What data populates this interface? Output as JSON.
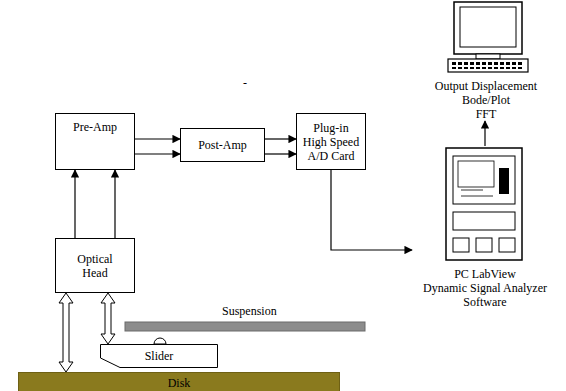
{
  "diagram": {
    "nodes": [
      {
        "text": [
          "Output Displacement",
          "Bode/Plot",
          "FFT"
        ]
      },
      {
        "text": [
          "Pre-Amp"
        ]
      },
      {
        "text": [
          "Post-Amp"
        ]
      },
      {
        "text": [
          "Plug-in High Speed A/D Card"
        ]
      },
      {
        "text": [
          "PC LabView",
          "Dynamic Signal Analyzer",
          "Software"
        ]
      },
      {
        "text": [
          "Optical Head"
        ]
      },
      {
        "text": [
          "Slider"
        ]
      },
      {
        "text": [
          "Disk"
        ]
      }
    ],
    "edges": [
      {
        "from": 5,
        "to": 1,
        "arrow": "to"
      },
      {
        "from": 5,
        "to": 1,
        "arrow": "to"
      },
      {
        "from": 1,
        "to": 2,
        "arrow": "to"
      },
      {
        "from": 1,
        "to": 2,
        "arrow": "to"
      },
      {
        "from": 2,
        "to": 3,
        "arrow": "to"
      },
      {
        "from": 2,
        "to": 3,
        "arrow": "to"
      },
      {
        "from": 3,
        "to": 4,
        "arrow": "to"
      },
      {
        "from": 4,
        "to": 0,
        "arrow": "to"
      },
      {
        "from": 5,
        "to": 7,
        "arrow": "both"
      },
      {
        "from": 5,
        "to": 6,
        "arrow": "both"
      }
    ],
    "labels": [
      "-",
      "Suspension"
    ]
  }
}
